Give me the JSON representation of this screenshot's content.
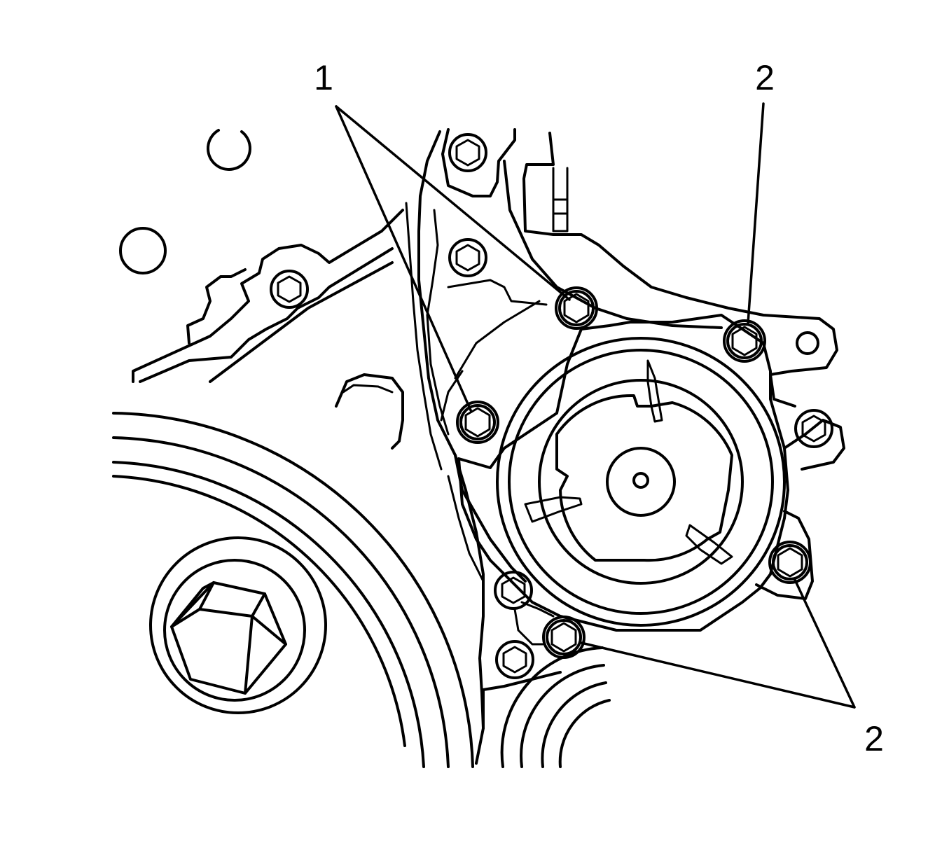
{
  "callouts": {
    "label_1": "1",
    "label_2_top": "2",
    "label_2_bottom": "2"
  },
  "colors": {
    "line": "#000000",
    "background": "#ffffff"
  }
}
